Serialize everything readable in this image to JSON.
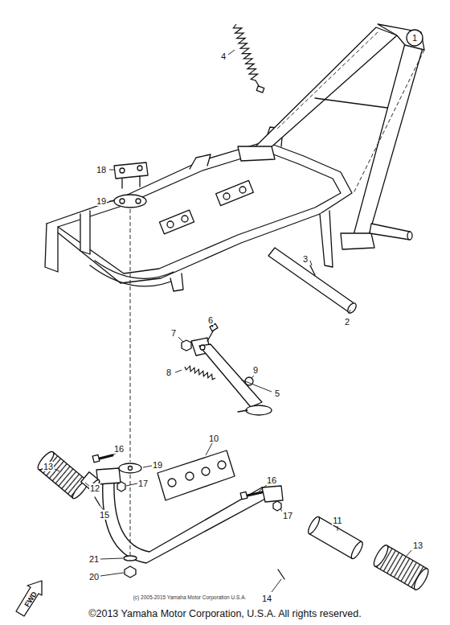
{
  "diagram": {
    "caption": "©2013 Yamaha Motor Corporation, U.S.A. All rights reserved.",
    "labels": [
      "1",
      "4",
      "18",
      "19",
      "3",
      "2",
      "6",
      "7",
      "8",
      "9",
      "5",
      "16",
      "19",
      "17",
      "12",
      "13",
      "15",
      "10",
      "16",
      "17",
      "11",
      "13",
      "14",
      "21",
      "20",
      "FWD",
      "(c) 2005-2015 Yamaha Motor Corporation U.S.A."
    ]
  }
}
